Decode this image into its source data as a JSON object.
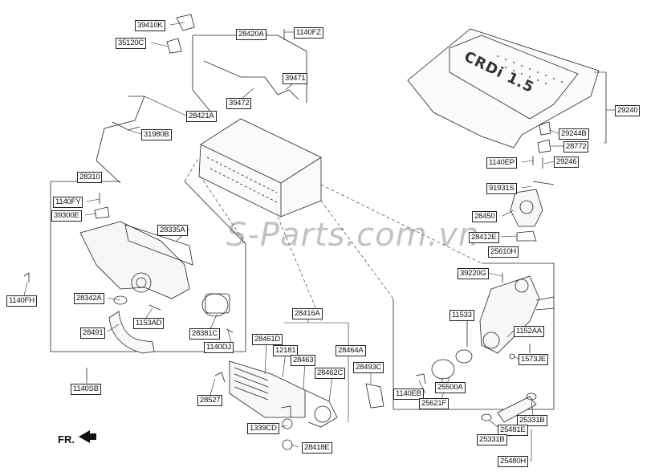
{
  "watermark": "S-Parts.com.vn",
  "direction_label": "FR.",
  "cover_logo": "CRDi 1.5",
  "parts": [
    {
      "id": "p1",
      "label": "39410K"
    },
    {
      "id": "p2",
      "label": "35120C"
    },
    {
      "id": "p3",
      "label": "28420A"
    },
    {
      "id": "p4",
      "label": "1140FZ"
    },
    {
      "id": "p5",
      "label": "39471"
    },
    {
      "id": "p6",
      "label": "39472"
    },
    {
      "id": "p7",
      "label": "28421A"
    },
    {
      "id": "p8",
      "label": "31980B"
    },
    {
      "id": "p9",
      "label": "28310"
    },
    {
      "id": "p10",
      "label": "1140FY"
    },
    {
      "id": "p11",
      "label": "39300E"
    },
    {
      "id": "p12",
      "label": "28335A"
    },
    {
      "id": "p13",
      "label": "1140FH"
    },
    {
      "id": "p14",
      "label": "28342A"
    },
    {
      "id": "p15",
      "label": "1153AD"
    },
    {
      "id": "p16",
      "label": "28491"
    },
    {
      "id": "p17",
      "label": "28381C"
    },
    {
      "id": "p18",
      "label": "1140DJ"
    },
    {
      "id": "p19",
      "label": "1140SB"
    },
    {
      "id": "p20",
      "label": "28416A"
    },
    {
      "id": "p21",
      "label": "28461D"
    },
    {
      "id": "p22",
      "label": "12181"
    },
    {
      "id": "p23",
      "label": "28463"
    },
    {
      "id": "p24",
      "label": "28464A"
    },
    {
      "id": "p25",
      "label": "28462C"
    },
    {
      "id": "p26",
      "label": "28493C"
    },
    {
      "id": "p27",
      "label": "28527"
    },
    {
      "id": "p28",
      "label": "1339CD"
    },
    {
      "id": "p29",
      "label": "28418E"
    },
    {
      "id": "p30",
      "label": "29240"
    },
    {
      "id": "p31",
      "label": "29244B"
    },
    {
      "id": "p32",
      "label": "28772"
    },
    {
      "id": "p33",
      "label": "1140EP"
    },
    {
      "id": "p34",
      "label": "29246"
    },
    {
      "id": "p35",
      "label": "91931S"
    },
    {
      "id": "p36",
      "label": "28450"
    },
    {
      "id": "p37",
      "label": "28412E"
    },
    {
      "id": "p38",
      "label": "25610H"
    },
    {
      "id": "p39",
      "label": "39220G"
    },
    {
      "id": "p40",
      "label": "11533"
    },
    {
      "id": "p41",
      "label": "1152AA"
    },
    {
      "id": "p42",
      "label": "1573JE"
    },
    {
      "id": "p43",
      "label": "1140EB"
    },
    {
      "id": "p44",
      "label": "25500A"
    },
    {
      "id": "p45",
      "label": "25621F"
    },
    {
      "id": "p46",
      "label": "25331B"
    },
    {
      "id": "p47",
      "label": "25481E"
    },
    {
      "id": "p48",
      "label": "25331B"
    },
    {
      "id": "p49",
      "label": "25480H"
    }
  ]
}
